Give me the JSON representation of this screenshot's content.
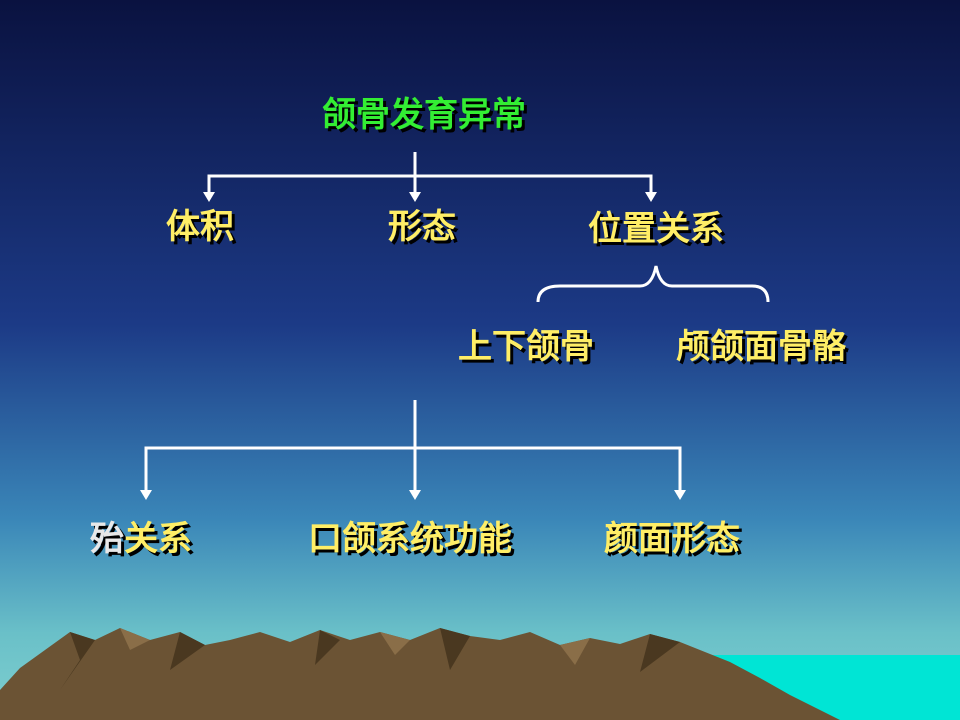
{
  "colors": {
    "sky_top": "#0a1240",
    "sky_mid": "#1c3a86",
    "sky_low": "#3a86b8",
    "horizon": "#6ac0c8",
    "sea": "#00e5d5",
    "mountain": "#6b5334",
    "title_text": "#33ee33",
    "node_text": "#ffee66",
    "line": "#ffffff"
  },
  "diagram": {
    "title": "颌骨发育异常",
    "level1": [
      "体积",
      "形态",
      "位置关系"
    ],
    "level2": [
      "上下颌骨",
      "颅颌面骨骼"
    ],
    "level3": {
      "first_prefix": "殆",
      "first_rest": "关系",
      "second": "口颌系统功能",
      "third": "颜面形态"
    }
  }
}
